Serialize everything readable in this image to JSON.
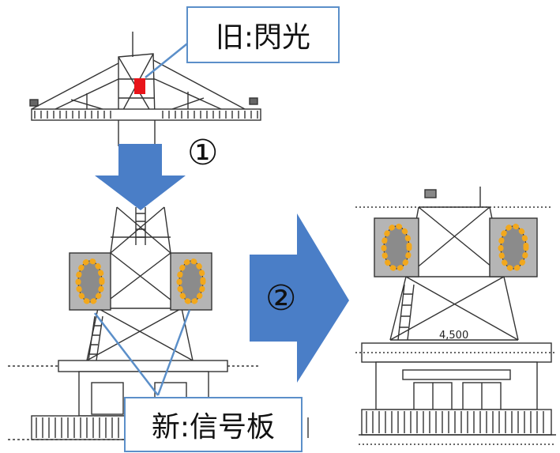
{
  "labels": {
    "old": "旧:閃光",
    "new": "新:信号板",
    "step1": "①",
    "step2": "②"
  },
  "dimension": "4,500",
  "colors": {
    "callout_border": "#5b8fc9",
    "arrow": "#4a7ec7",
    "old_light": "#e8141a",
    "new_lamp": "#f2a81d",
    "tower": "#333333"
  }
}
